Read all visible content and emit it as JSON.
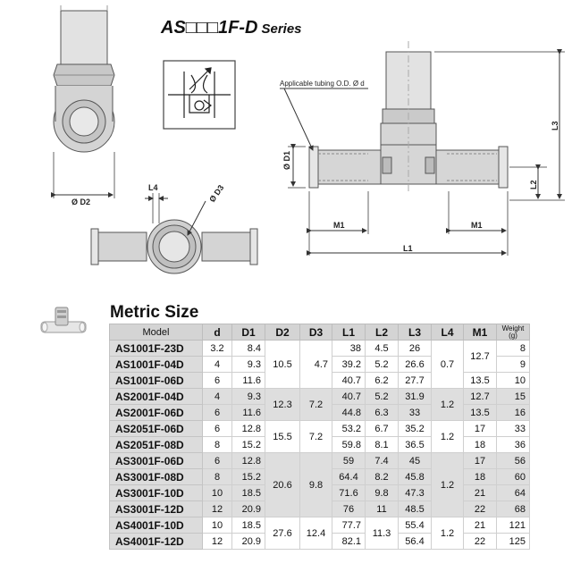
{
  "header": {
    "title": "AS□□□1F-D",
    "subtitle": "Series"
  },
  "drawings": {
    "applicable_tubing": "Applicable tubing O.D. Ø d",
    "dim_d2": "Ø D2",
    "dim_d3": "Ø D3",
    "dim_l4": "L4",
    "dim_d1": "Ø D1",
    "dim_l1": "L1",
    "dim_l2": "L2",
    "dim_l3": "L3",
    "dim_m1_left": "M1",
    "dim_m1_right": "M1"
  },
  "section": {
    "title": "Metric Size"
  },
  "table": {
    "headers": [
      "Model",
      "d",
      "D1",
      "D2",
      "D3",
      "L1",
      "L2",
      "L3",
      "L4",
      "M1",
      "Weight\n(g)"
    ],
    "rows": [
      {
        "model": "AS1001F-23D",
        "d": "3.2",
        "d1": "8.4",
        "l1": "38",
        "l2": "4.5",
        "l3": "26",
        "w": "8"
      },
      {
        "model": "AS1001F-04D",
        "d": "4",
        "d1": "9.3",
        "l1": "39.2",
        "l2": "5.2",
        "l3": "26.6",
        "w": "9"
      },
      {
        "model": "AS1001F-06D",
        "d": "6",
        "d1": "11.6",
        "l1": "40.7",
        "l2": "6.2",
        "l3": "27.7",
        "m1": "13.5",
        "w": "10"
      },
      {
        "model": "AS2001F-04D",
        "d": "4",
        "d1": "9.3",
        "l1": "40.7",
        "l2": "5.2",
        "l3": "31.9",
        "m1": "12.7",
        "w": "15"
      },
      {
        "model": "AS2001F-06D",
        "d": "6",
        "d1": "11.6",
        "l1": "44.8",
        "l2": "6.3",
        "l3": "33",
        "m1": "13.5",
        "w": "16"
      },
      {
        "model": "AS2051F-06D",
        "d": "6",
        "d1": "12.8",
        "l1": "53.2",
        "l2": "6.7",
        "l3": "35.2",
        "m1": "17",
        "w": "33"
      },
      {
        "model": "AS2051F-08D",
        "d": "8",
        "d1": "15.2",
        "l1": "59.8",
        "l2": "8.1",
        "l3": "36.5",
        "m1": "18",
        "w": "36"
      },
      {
        "model": "AS3001F-06D",
        "d": "6",
        "d1": "12.8",
        "l1": "59",
        "l2": "7.4",
        "l3": "45",
        "m1": "17",
        "w": "56"
      },
      {
        "model": "AS3001F-08D",
        "d": "8",
        "d1": "15.2",
        "l1": "64.4",
        "l2": "8.2",
        "l3": "45.8",
        "m1": "18",
        "w": "60"
      },
      {
        "model": "AS3001F-10D",
        "d": "10",
        "d1": "18.5",
        "l1": "71.6",
        "l2": "9.8",
        "l3": "47.3",
        "m1": "21",
        "w": "64"
      },
      {
        "model": "AS3001F-12D",
        "d": "12",
        "d1": "20.9",
        "l1": "76",
        "l2": "11",
        "l3": "48.5",
        "m1": "22",
        "w": "68"
      },
      {
        "model": "AS4001F-10D",
        "d": "10",
        "d1": "18.5",
        "l1": "77.7",
        "l3": "55.4",
        "m1": "21",
        "w": "121"
      },
      {
        "model": "AS4001F-12D",
        "d": "12",
        "d1": "20.9",
        "l1": "82.1",
        "l3": "56.4",
        "m1": "22",
        "w": "125"
      }
    ],
    "groups": {
      "as1001": {
        "d2": "10.5",
        "d3": "4.7",
        "l4": "0.7",
        "m1": "12.7"
      },
      "as2001": {
        "d2": "12.3",
        "d3": "7.2",
        "l4": "1.2"
      },
      "as2051": {
        "d2": "15.5",
        "d3": "7.2",
        "l4": "1.2"
      },
      "as3001": {
        "d2": "20.6",
        "d3": "9.8",
        "l4": "1.2"
      },
      "as4001": {
        "d2": "27.6",
        "d3": "12.4",
        "l2": "11.3",
        "l4": "1.2"
      }
    }
  }
}
